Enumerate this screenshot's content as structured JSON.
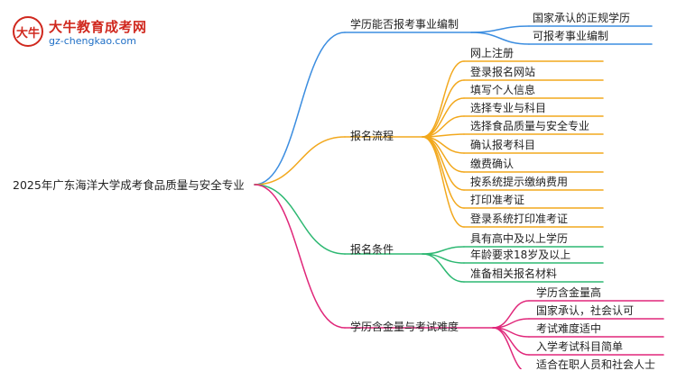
{
  "logo": {
    "badge_text": "大牛",
    "title": "大牛教育成考网",
    "url": "gz-chengkao.com"
  },
  "root": "2025年广东海洋大学成考食品质量与安全专业",
  "colors": {
    "blue": "#3b8de0",
    "orange": "#f2a81d",
    "green": "#2db872",
    "red": "#e0277a"
  },
  "branches": [
    {
      "label": "学历能否报考事业编制",
      "color": "blue",
      "children": [
        "国家承认的正规学历",
        "可报考事业编制"
      ]
    },
    {
      "label": "报名流程",
      "color": "orange",
      "children": [
        "网上注册",
        "登录报名网站",
        "填写个人信息",
        "选择专业与科目",
        "选择食品质量与安全专业",
        "确认报考科目",
        "缴费确认",
        "按系统提示缴纳费用",
        "打印准考证",
        "登录系统打印准考证"
      ]
    },
    {
      "label": "报名条件",
      "color": "green",
      "children": [
        "具有高中及以上学历",
        "年龄要求18岁及以上",
        "准备相关报名材料"
      ]
    },
    {
      "label": "学历含金量与考试难度",
      "color": "red",
      "children": [
        "学历含金量高",
        "国家承认，社会认可",
        "考试难度适中",
        "入学考试科目简单",
        "适合在职人员和社会人士"
      ]
    }
  ]
}
